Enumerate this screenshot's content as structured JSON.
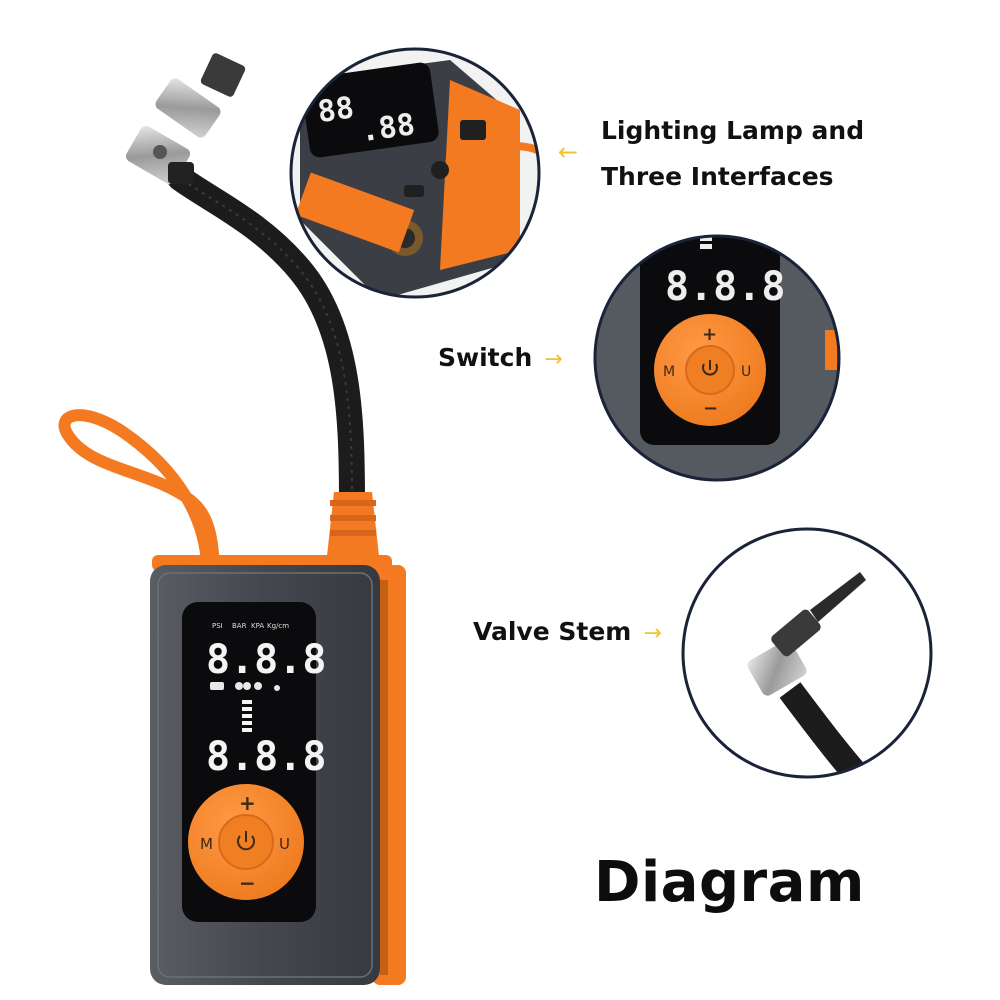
{
  "callouts": {
    "lamp_line1": "Lighting Lamp and",
    "lamp_line2": "Three Interfaces",
    "switch": "Switch",
    "valve": "Valve Stem",
    "arrow_glyph": "→"
  },
  "title": "Diagram",
  "device": {
    "units": [
      "PSI",
      "BAR",
      "KPA",
      "Kg/cm"
    ],
    "display_top": "8.8.8",
    "display_bottom": "8.8.8",
    "button_plus": "+",
    "button_minus": "−",
    "button_m": "M",
    "button_u": "U",
    "power_icon": "power-icon"
  },
  "colors": {
    "accent": "#f7862b",
    "body": "#4b4f55",
    "screen": "#0b0b0d",
    "circle_border": "#1a2338",
    "hose": "#1b1b1b",
    "arrow": "#f2c230"
  }
}
